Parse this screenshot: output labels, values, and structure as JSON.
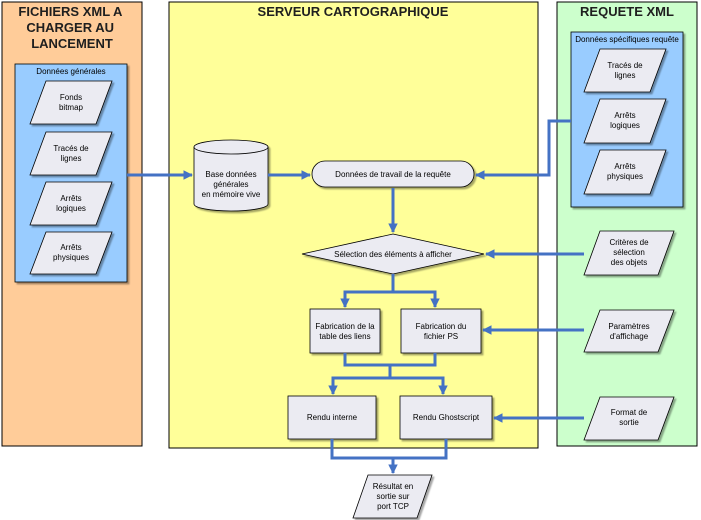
{
  "colors": {
    "left_panel": "#ffcc99",
    "center_panel": "#ffff99",
    "right_panel": "#ccffcc",
    "sub_panel": "#99ccff",
    "shape_fill": "#ebebf2",
    "arrow": "#4472c4",
    "border": "#000000"
  },
  "panels": {
    "left": {
      "title_lines": [
        "FICHIERS XML A",
        "CHARGER AU",
        "LANCEMENT"
      ]
    },
    "center": {
      "title": "SERVEUR CARTOGRAPHIQUE"
    },
    "right": {
      "title": "REQUETE XML"
    }
  },
  "left_group": {
    "label": "Données générales",
    "items": [
      {
        "lines": [
          "Fonds",
          "bitmap"
        ]
      },
      {
        "lines": [
          "Tracés de",
          "lignes"
        ]
      },
      {
        "lines": [
          "Arrêts",
          "logiques"
        ]
      },
      {
        "lines": [
          "Arrêts",
          "physiques"
        ]
      }
    ]
  },
  "right_group": {
    "label": "Données spécifiques requête",
    "items": [
      {
        "lines": [
          "Tracés de",
          "lignes"
        ]
      },
      {
        "lines": [
          "Arrêts",
          "logiques"
        ]
      },
      {
        "lines": [
          "Arrêts",
          "physiques"
        ]
      }
    ]
  },
  "right_inputs": {
    "criteria": {
      "lines": [
        "Critères de",
        "sélection",
        "des objets"
      ]
    },
    "display_params": {
      "lines": [
        "Paramètres",
        "d'affichage"
      ]
    },
    "output_format": {
      "lines": [
        "Format de",
        "sortie"
      ]
    }
  },
  "center_nodes": {
    "database": {
      "lines": [
        "Base données",
        "générales",
        "en mémoire vive"
      ]
    },
    "work_data": {
      "text": "Données de travail de la requête"
    },
    "selection": {
      "text": "Sélection des éléments à afficher"
    },
    "links_table": {
      "lines": [
        "Fabrication de la",
        "table des liens"
      ]
    },
    "ps_file": {
      "lines": [
        "Fabrication du",
        "fichier PS"
      ]
    },
    "internal_render": {
      "text": "Rendu interne"
    },
    "ghostscript_render": {
      "text": "Rendu Ghostscript"
    }
  },
  "output": {
    "lines": [
      "Résultat en",
      "sortie sur",
      "port TCP"
    ]
  }
}
